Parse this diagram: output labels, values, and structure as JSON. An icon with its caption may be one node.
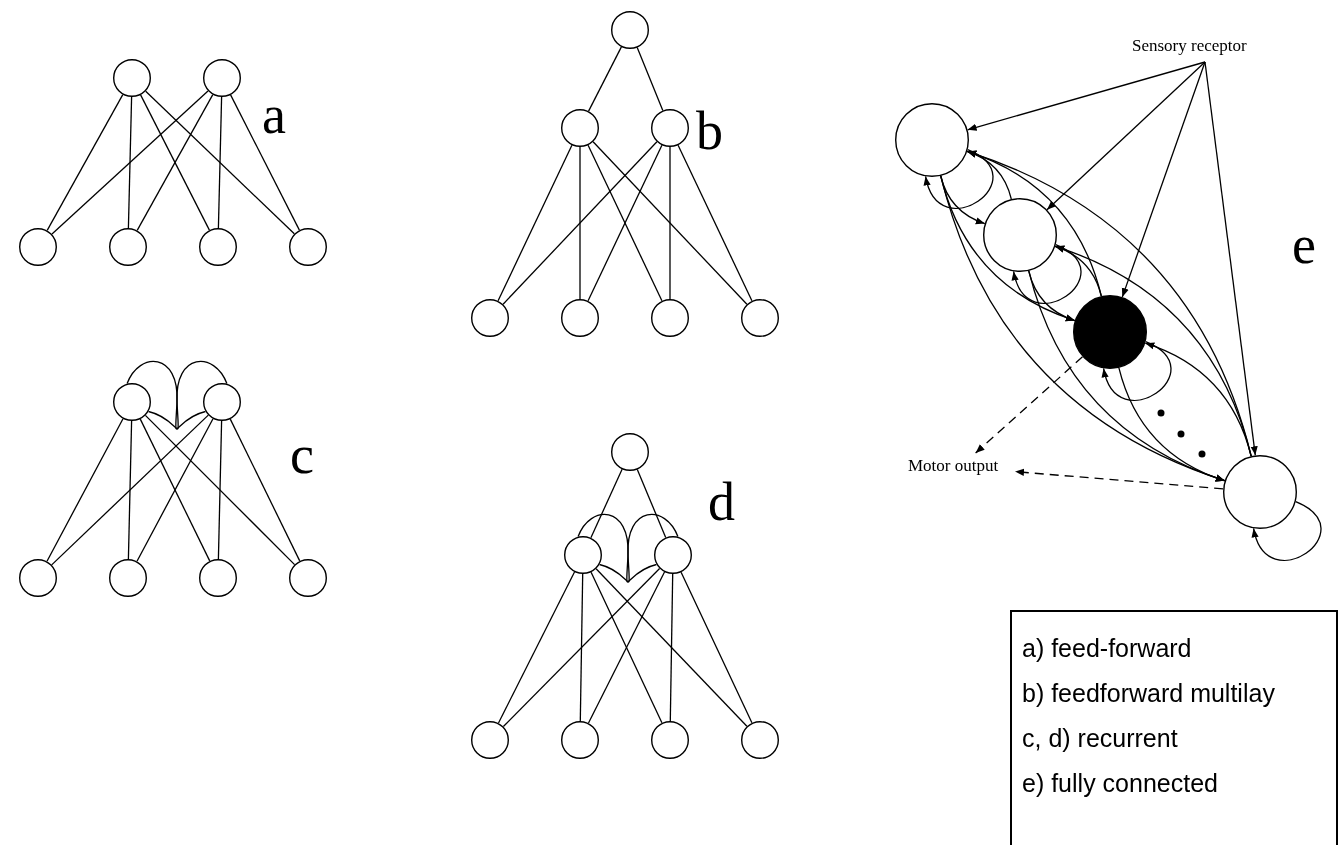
{
  "diagram": {
    "nodes": [
      {
        "text": [],
        "shape": "circle"
      },
      {
        "text": [],
        "shape": "circle"
      },
      {
        "text": [],
        "shape": "circle"
      },
      {
        "text": [],
        "shape": "circle"
      },
      {
        "text": [],
        "shape": "circle"
      },
      {
        "text": [],
        "shape": "circle"
      },
      {
        "text": [],
        "shape": "circle"
      },
      {
        "text": [],
        "shape": "circle"
      },
      {
        "text": [],
        "shape": "circle"
      },
      {
        "text": [],
        "shape": "circle"
      },
      {
        "text": [],
        "shape": "circle"
      },
      {
        "text": [],
        "shape": "circle"
      },
      {
        "text": [],
        "shape": "circle"
      },
      {
        "text": [
          "Sensory receptor"
        ]
      },
      {
        "text": [],
        "shape": "circle"
      },
      {
        "text": [],
        "shape": "circle"
      },
      {
        "text": [],
        "shape": "circle"
      },
      {
        "text": [],
        "shape": "circle"
      },
      {
        "text": [
          "Motor output"
        ]
      },
      {
        "text": [],
        "shape": "circle"
      },
      {
        "text": [],
        "shape": "circle"
      },
      {
        "text": [],
        "shape": "circle"
      },
      {
        "text": [],
        "shape": "circle"
      },
      {
        "text": [],
        "shape": "circle"
      },
      {
        "text": [],
        "shape": "circle"
      },
      {
        "text": [],
        "shape": "circle"
      },
      {
        "text": [],
        "shape": "circle"
      },
      {
        "text": [],
        "shape": "circle"
      },
      {
        "text": [],
        "shape": "circle"
      },
      {
        "text": [],
        "shape": "circle"
      },
      {
        "text": [],
        "shape": "circle"
      },
      {
        "text": [],
        "shape": "circle"
      },
      {
        "text": [
          "a) feed-forward",
          "b) feedforward multilay",
          "c, d) recurrent",
          "e) fully connected"
        ]
      }
    ],
    "edges": [
      {
        "from": 0,
        "to": 2,
        "arrow": "none"
      },
      {
        "from": 0,
        "to": 3,
        "arrow": "none"
      },
      {
        "from": 0,
        "to": 4,
        "arrow": "none"
      },
      {
        "from": 0,
        "to": 5,
        "arrow": "none"
      },
      {
        "from": 1,
        "to": 2,
        "arrow": "none"
      },
      {
        "from": 1,
        "to": 3,
        "arrow": "none"
      },
      {
        "from": 1,
        "to": 4,
        "arrow": "none"
      },
      {
        "from": 1,
        "to": 5,
        "arrow": "none"
      },
      {
        "from": 6,
        "to": 7,
        "arrow": "none"
      },
      {
        "from": 6,
        "to": 8,
        "arrow": "none"
      },
      {
        "from": 7,
        "to": 9,
        "arrow": "none"
      },
      {
        "from": 7,
        "to": 10,
        "arrow": "none"
      },
      {
        "from": 7,
        "to": 11,
        "arrow": "none"
      },
      {
        "from": 7,
        "to": 12,
        "arrow": "none"
      },
      {
        "from": 8,
        "to": 9,
        "arrow": "none"
      },
      {
        "from": 8,
        "to": 10,
        "arrow": "none"
      },
      {
        "from": 8,
        "to": 11,
        "arrow": "none"
      },
      {
        "from": 8,
        "to": 12,
        "arrow": "none"
      },
      {
        "from": 13,
        "to": 14,
        "arrow": "to"
      },
      {
        "from": 13,
        "to": 15,
        "arrow": "to"
      },
      {
        "from": 13,
        "to": 16,
        "arrow": "to"
      },
      {
        "from": 13,
        "to": 17,
        "arrow": "to"
      },
      {
        "from": 14,
        "to": 14,
        "arrow": "to"
      },
      {
        "from": 14,
        "to": 15,
        "arrow": "to"
      },
      {
        "from": 14,
        "to": 16,
        "arrow": "to"
      },
      {
        "from": 14,
        "to": 17,
        "arrow": "to"
      },
      {
        "from": 15,
        "to": 14,
        "arrow": "to"
      },
      {
        "from": 15,
        "to": 15,
        "arrow": "to"
      },
      {
        "from": 15,
        "to": 16,
        "arrow": "to"
      },
      {
        "from": 15,
        "to": 17,
        "arrow": "to"
      },
      {
        "from": 16,
        "to": 14,
        "arrow": "to"
      },
      {
        "from": 16,
        "to": 15,
        "arrow": "to"
      },
      {
        "from": 16,
        "to": 16,
        "arrow": "to"
      },
      {
        "from": 16,
        "to": 17,
        "arrow": "to"
      },
      {
        "from": 17,
        "to": 14,
        "arrow": "to"
      },
      {
        "from": 17,
        "to": 15,
        "arrow": "to"
      },
      {
        "from": 17,
        "to": 16,
        "arrow": "to"
      },
      {
        "from": 17,
        "to": 17,
        "arrow": "to"
      },
      {
        "from": 16,
        "to": 18,
        "arrow": "to",
        "style": "dashed"
      },
      {
        "from": 17,
        "to": 18,
        "arrow": "to",
        "style": "dashed"
      },
      {
        "from": 19,
        "to": 21,
        "arrow": "none"
      },
      {
        "from": 19,
        "to": 22,
        "arrow": "none"
      },
      {
        "from": 19,
        "to": 23,
        "arrow": "none"
      },
      {
        "from": 19,
        "to": 24,
        "arrow": "none"
      },
      {
        "from": 20,
        "to": 21,
        "arrow": "none"
      },
      {
        "from": 20,
        "to": 22,
        "arrow": "none"
      },
      {
        "from": 20,
        "to": 23,
        "arrow": "none"
      },
      {
        "from": 20,
        "to": 24,
        "arrow": "none"
      },
      {
        "from": 19,
        "to": 20,
        "arrow": "none"
      },
      {
        "from": 20,
        "to": 19,
        "arrow": "none"
      },
      {
        "from": 25,
        "to": 26,
        "arrow": "none"
      },
      {
        "from": 25,
        "to": 27,
        "arrow": "none"
      },
      {
        "from": 26,
        "to": 28,
        "arrow": "none"
      },
      {
        "from": 26,
        "to": 29,
        "arrow": "none"
      },
      {
        "from": 26,
        "to": 30,
        "arrow": "none"
      },
      {
        "from": 26,
        "to": 31,
        "arrow": "none"
      },
      {
        "from": 27,
        "to": 28,
        "arrow": "none"
      },
      {
        "from": 27,
        "to": 29,
        "arrow": "none"
      },
      {
        "from": 27,
        "to": 30,
        "arrow": "none"
      },
      {
        "from": 27,
        "to": 31,
        "arrow": "none"
      },
      {
        "from": 26,
        "to": 27,
        "arrow": "none"
      },
      {
        "from": 27,
        "to": 26,
        "arrow": "none"
      }
    ],
    "labels": [
      "a",
      "b",
      "e",
      "c",
      "d"
    ]
  }
}
